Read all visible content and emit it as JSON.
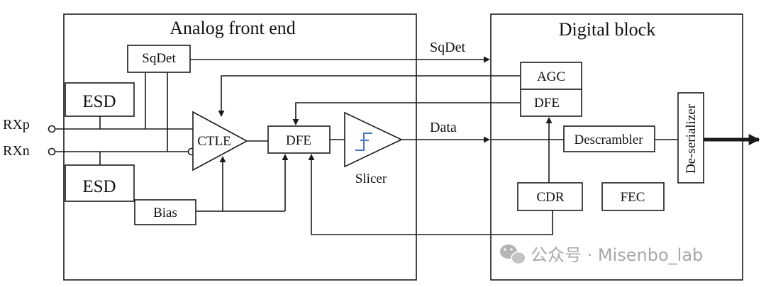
{
  "sections": {
    "analog_title": "Analog front end",
    "digital_title": "Digital block"
  },
  "blocks": {
    "sqdet": "SqDet",
    "esd_top": "ESD",
    "esd_bottom": "ESD",
    "ctle": "CTLE",
    "dfe_analog": "DFE",
    "slicer": "Slicer",
    "bias": "Bias",
    "agc": "AGC",
    "dfe_digital": "DFE",
    "descrambler": "Descrambler",
    "cdr": "CDR",
    "fec": "FEC",
    "deserializer": "De-serializer"
  },
  "signals": {
    "sqdet_label": "SqDet",
    "data_label": "Data"
  },
  "ports": {
    "rxp": "RXp",
    "rxn": "RXn"
  },
  "watermark": {
    "text": "公众号 · Misenbo_lab",
    "icon": "wechat-icon"
  }
}
